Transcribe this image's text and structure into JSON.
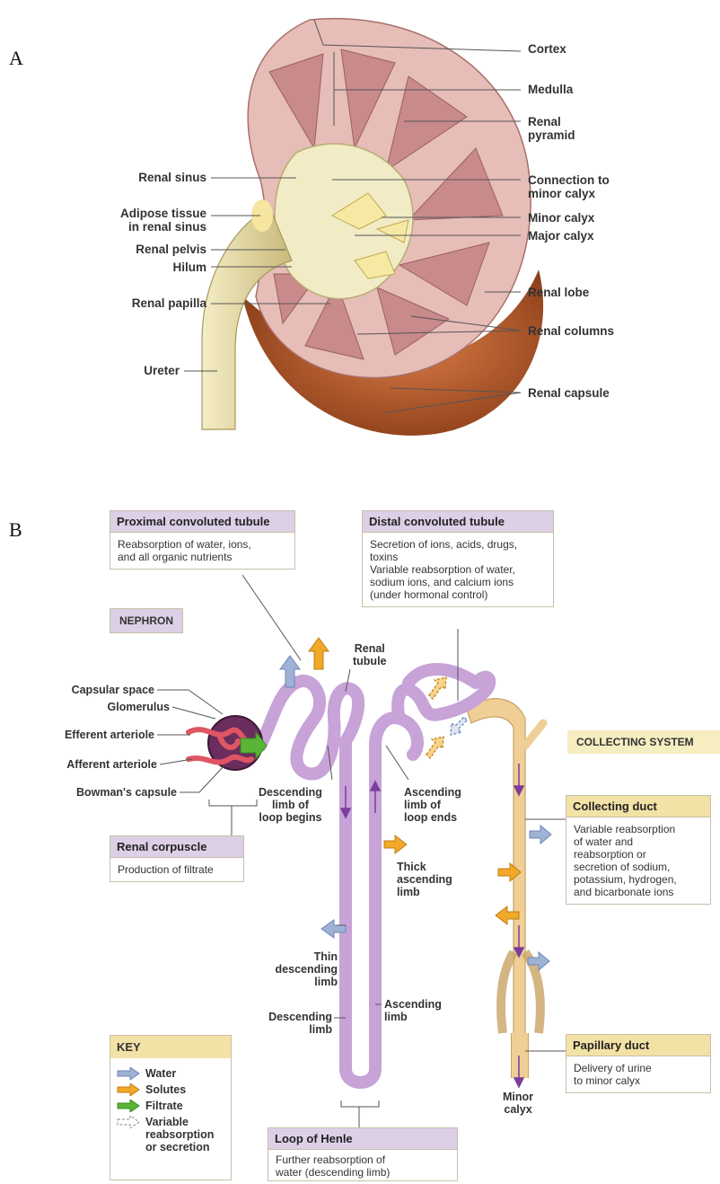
{
  "panelA": {
    "letter": "A",
    "labels": {
      "cortex": "Cortex",
      "medulla": "Medulla",
      "renal_pyramid": "Renal\npyramid",
      "renal_sinus": "Renal sinus",
      "connection_minor_calyx": "Connection to\nminor calyx",
      "adipose_tissue": "Adipose tissue\nin renal sinus",
      "minor_calyx": "Minor calyx",
      "renal_pelvis": "Renal pelvis",
      "major_calyx": "Major calyx",
      "hilum": "Hilum",
      "renal_papilla": "Renal papilla",
      "renal_lobe": "Renal lobe",
      "renal_columns": "Renal columns",
      "ureter": "Ureter",
      "renal_capsule": "Renal capsule"
    }
  },
  "panelB": {
    "letter": "B",
    "pct": {
      "title": "Proximal convoluted tubule",
      "body": "Reabsorption of water, ions,\nand all organic nutrients"
    },
    "dct": {
      "title": "Distal convoluted tubule",
      "body": "Secretion of ions, acids, drugs,\ntoxins\nVariable reabsorption of water,\nsodium ions, and calcium ions\n(under hormonal control)"
    },
    "nephron_tag": "NEPHRON",
    "collecting_tag": "COLLECTING SYSTEM",
    "collecting_duct": {
      "title": "Collecting duct",
      "body": "Variable reabsorption\nof water and\nreabsorption or\nsecretion of sodium,\npotassium, hydrogen,\nand bicarbonate ions"
    },
    "renal_corpuscle": {
      "title": "Renal corpuscle",
      "body": "Production of filtrate"
    },
    "papillary_duct": {
      "title": "Papillary duct",
      "body": "Delivery of urine\nto minor calyx"
    },
    "loop_henle": {
      "title": "Loop of Henle",
      "body": "Further reabsorption of\nwater (descending limb)\nand both sodium and\nchloride ions (ascending limb)"
    },
    "labels": {
      "capsular_space": "Capsular space",
      "glomerulus": "Glomerulus",
      "efferent_arteriole": "Efferent arteriole",
      "afferent_arteriole": "Afferent arteriole",
      "bowmans_capsule": "Bowman's capsule",
      "renal_tubule": "Renal\ntubule",
      "descending_begins": "Descending\nlimb of\nloop begins",
      "ascending_ends": "Ascending\nlimb of\nloop ends",
      "thick_ascending": "Thick\nascending\nlimb",
      "thin_descending": "Thin\ndescending\nlimb",
      "descending_limb": "Descending\nlimb",
      "ascending_limb": "Ascending\nlimb",
      "minor_calyx": "Minor\ncalyx"
    },
    "key": {
      "title": "KEY",
      "items": [
        {
          "label": "Water",
          "color": "#9fb2d6"
        },
        {
          "label": "Solutes",
          "color": "#f0a928"
        },
        {
          "label": "Filtrate",
          "color": "#5ab534"
        },
        {
          "label": "Variable\nreabsorption\nor secretion",
          "color": "#ffffff"
        }
      ]
    }
  },
  "colors": {
    "cortex": "#e2b5b0",
    "pyramid": "#c98a8c",
    "sinus": "#f1ecc6",
    "capsule": "#b35b2c",
    "ureter": "#e9dfae",
    "tubule": "#c7a3d8",
    "collecting": "#efcf95",
    "water": "#9fb2d6",
    "solutes": "#f0a928",
    "filtrate": "#5ab534"
  }
}
